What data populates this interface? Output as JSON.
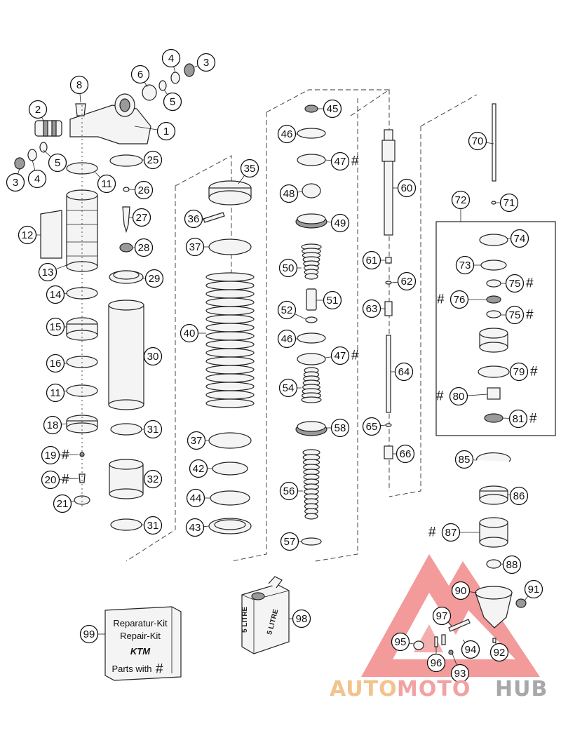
{
  "diagram": {
    "callouts": [
      {
        "id": "c1",
        "label": "1",
        "hash": false
      },
      {
        "id": "c2",
        "label": "2",
        "hash": false
      },
      {
        "id": "c3a",
        "label": "3",
        "hash": false
      },
      {
        "id": "c3b",
        "label": "3",
        "hash": false
      },
      {
        "id": "c4a",
        "label": "4",
        "hash": false
      },
      {
        "id": "c4b",
        "label": "4",
        "hash": false
      },
      {
        "id": "c5a",
        "label": "5",
        "hash": false
      },
      {
        "id": "c5b",
        "label": "5",
        "hash": false
      },
      {
        "id": "c6",
        "label": "6",
        "hash": false
      },
      {
        "id": "c8",
        "label": "8",
        "hash": false
      },
      {
        "id": "c11a",
        "label": "11",
        "hash": false
      },
      {
        "id": "c11b",
        "label": "11",
        "hash": false
      },
      {
        "id": "c12",
        "label": "12",
        "hash": false
      },
      {
        "id": "c13",
        "label": "13",
        "hash": false
      },
      {
        "id": "c14",
        "label": "14",
        "hash": false
      },
      {
        "id": "c15",
        "label": "15",
        "hash": false
      },
      {
        "id": "c16",
        "label": "16",
        "hash": false
      },
      {
        "id": "c18",
        "label": "18",
        "hash": false
      },
      {
        "id": "c19",
        "label": "19",
        "hash": true
      },
      {
        "id": "c20",
        "label": "20",
        "hash": true
      },
      {
        "id": "c21",
        "label": "21",
        "hash": false
      },
      {
        "id": "c25",
        "label": "25",
        "hash": false
      },
      {
        "id": "c26",
        "label": "26",
        "hash": false
      },
      {
        "id": "c27",
        "label": "27",
        "hash": false
      },
      {
        "id": "c28",
        "label": "28",
        "hash": false
      },
      {
        "id": "c29",
        "label": "29",
        "hash": false
      },
      {
        "id": "c30",
        "label": "30",
        "hash": false
      },
      {
        "id": "c31a",
        "label": "31",
        "hash": false
      },
      {
        "id": "c31b",
        "label": "31",
        "hash": false
      },
      {
        "id": "c32",
        "label": "32",
        "hash": false
      },
      {
        "id": "c35",
        "label": "35",
        "hash": false
      },
      {
        "id": "c36",
        "label": "36",
        "hash": false
      },
      {
        "id": "c37a",
        "label": "37",
        "hash": false
      },
      {
        "id": "c37b",
        "label": "37",
        "hash": false
      },
      {
        "id": "c40",
        "label": "40",
        "hash": false
      },
      {
        "id": "c42",
        "label": "42",
        "hash": false
      },
      {
        "id": "c43",
        "label": "43",
        "hash": false
      },
      {
        "id": "c44",
        "label": "44",
        "hash": false
      },
      {
        "id": "c45",
        "label": "45",
        "hash": false
      },
      {
        "id": "c46a",
        "label": "46",
        "hash": false
      },
      {
        "id": "c46b",
        "label": "46",
        "hash": false
      },
      {
        "id": "c47a",
        "label": "47",
        "hash": true
      },
      {
        "id": "c47b",
        "label": "47",
        "hash": true
      },
      {
        "id": "c48",
        "label": "48",
        "hash": false
      },
      {
        "id": "c49",
        "label": "49",
        "hash": false
      },
      {
        "id": "c50",
        "label": "50",
        "hash": false
      },
      {
        "id": "c51",
        "label": "51",
        "hash": false
      },
      {
        "id": "c52",
        "label": "52",
        "hash": false
      },
      {
        "id": "c54",
        "label": "54",
        "hash": false
      },
      {
        "id": "c56",
        "label": "56",
        "hash": false
      },
      {
        "id": "c57",
        "label": "57",
        "hash": false
      },
      {
        "id": "c58",
        "label": "58",
        "hash": false
      },
      {
        "id": "c60",
        "label": "60",
        "hash": false
      },
      {
        "id": "c61",
        "label": "61",
        "hash": false
      },
      {
        "id": "c62",
        "label": "62",
        "hash": false
      },
      {
        "id": "c63",
        "label": "63",
        "hash": false
      },
      {
        "id": "c64",
        "label": "64",
        "hash": false
      },
      {
        "id": "c65",
        "label": "65",
        "hash": false
      },
      {
        "id": "c66",
        "label": "66",
        "hash": false
      },
      {
        "id": "c70",
        "label": "70",
        "hash": false
      },
      {
        "id": "c71",
        "label": "71",
        "hash": false
      },
      {
        "id": "c72",
        "label": "72",
        "hash": false
      },
      {
        "id": "c73",
        "label": "73",
        "hash": false
      },
      {
        "id": "c74",
        "label": "74",
        "hash": false
      },
      {
        "id": "c75a",
        "label": "75",
        "hash": true
      },
      {
        "id": "c75b",
        "label": "75",
        "hash": true
      },
      {
        "id": "c76",
        "label": "76",
        "hash": true
      },
      {
        "id": "c79",
        "label": "79",
        "hash": true
      },
      {
        "id": "c80",
        "label": "80",
        "hash": true
      },
      {
        "id": "c81",
        "label": "81",
        "hash": true
      },
      {
        "id": "c85",
        "label": "85",
        "hash": false
      },
      {
        "id": "c86",
        "label": "86",
        "hash": false
      },
      {
        "id": "c87",
        "label": "87",
        "hash": true
      },
      {
        "id": "c88",
        "label": "88",
        "hash": false
      },
      {
        "id": "c90",
        "label": "90",
        "hash": false
      },
      {
        "id": "c91",
        "label": "91",
        "hash": false
      },
      {
        "id": "c92",
        "label": "92",
        "hash": false
      },
      {
        "id": "c93",
        "label": "93",
        "hash": false
      },
      {
        "id": "c94",
        "label": "94",
        "hash": false
      },
      {
        "id": "c95",
        "label": "95",
        "hash": false
      },
      {
        "id": "c96",
        "label": "96",
        "hash": false
      },
      {
        "id": "c97",
        "label": "97",
        "hash": false
      },
      {
        "id": "c98",
        "label": "98",
        "hash": false
      },
      {
        "id": "c99",
        "label": "99",
        "hash": false
      }
    ],
    "hash_symbol": "#",
    "repair_kit": {
      "line1": "Reparatur-Kit",
      "line2": "Repair-Kit",
      "brand": "KTM",
      "parts_with": "Parts with",
      "hash": "#"
    },
    "oil_can": {
      "label": "5 LITRE",
      "side_label": "5 LITRE"
    }
  },
  "watermark": {
    "word_1": "AUTO",
    "word_2": "MOTO",
    "word_3": "HUB",
    "colors": {
      "auto": "#f2c38c",
      "moto": "#f2a2a2",
      "hub": "#a8a8a8",
      "triangle": "#ee5a5a"
    }
  }
}
